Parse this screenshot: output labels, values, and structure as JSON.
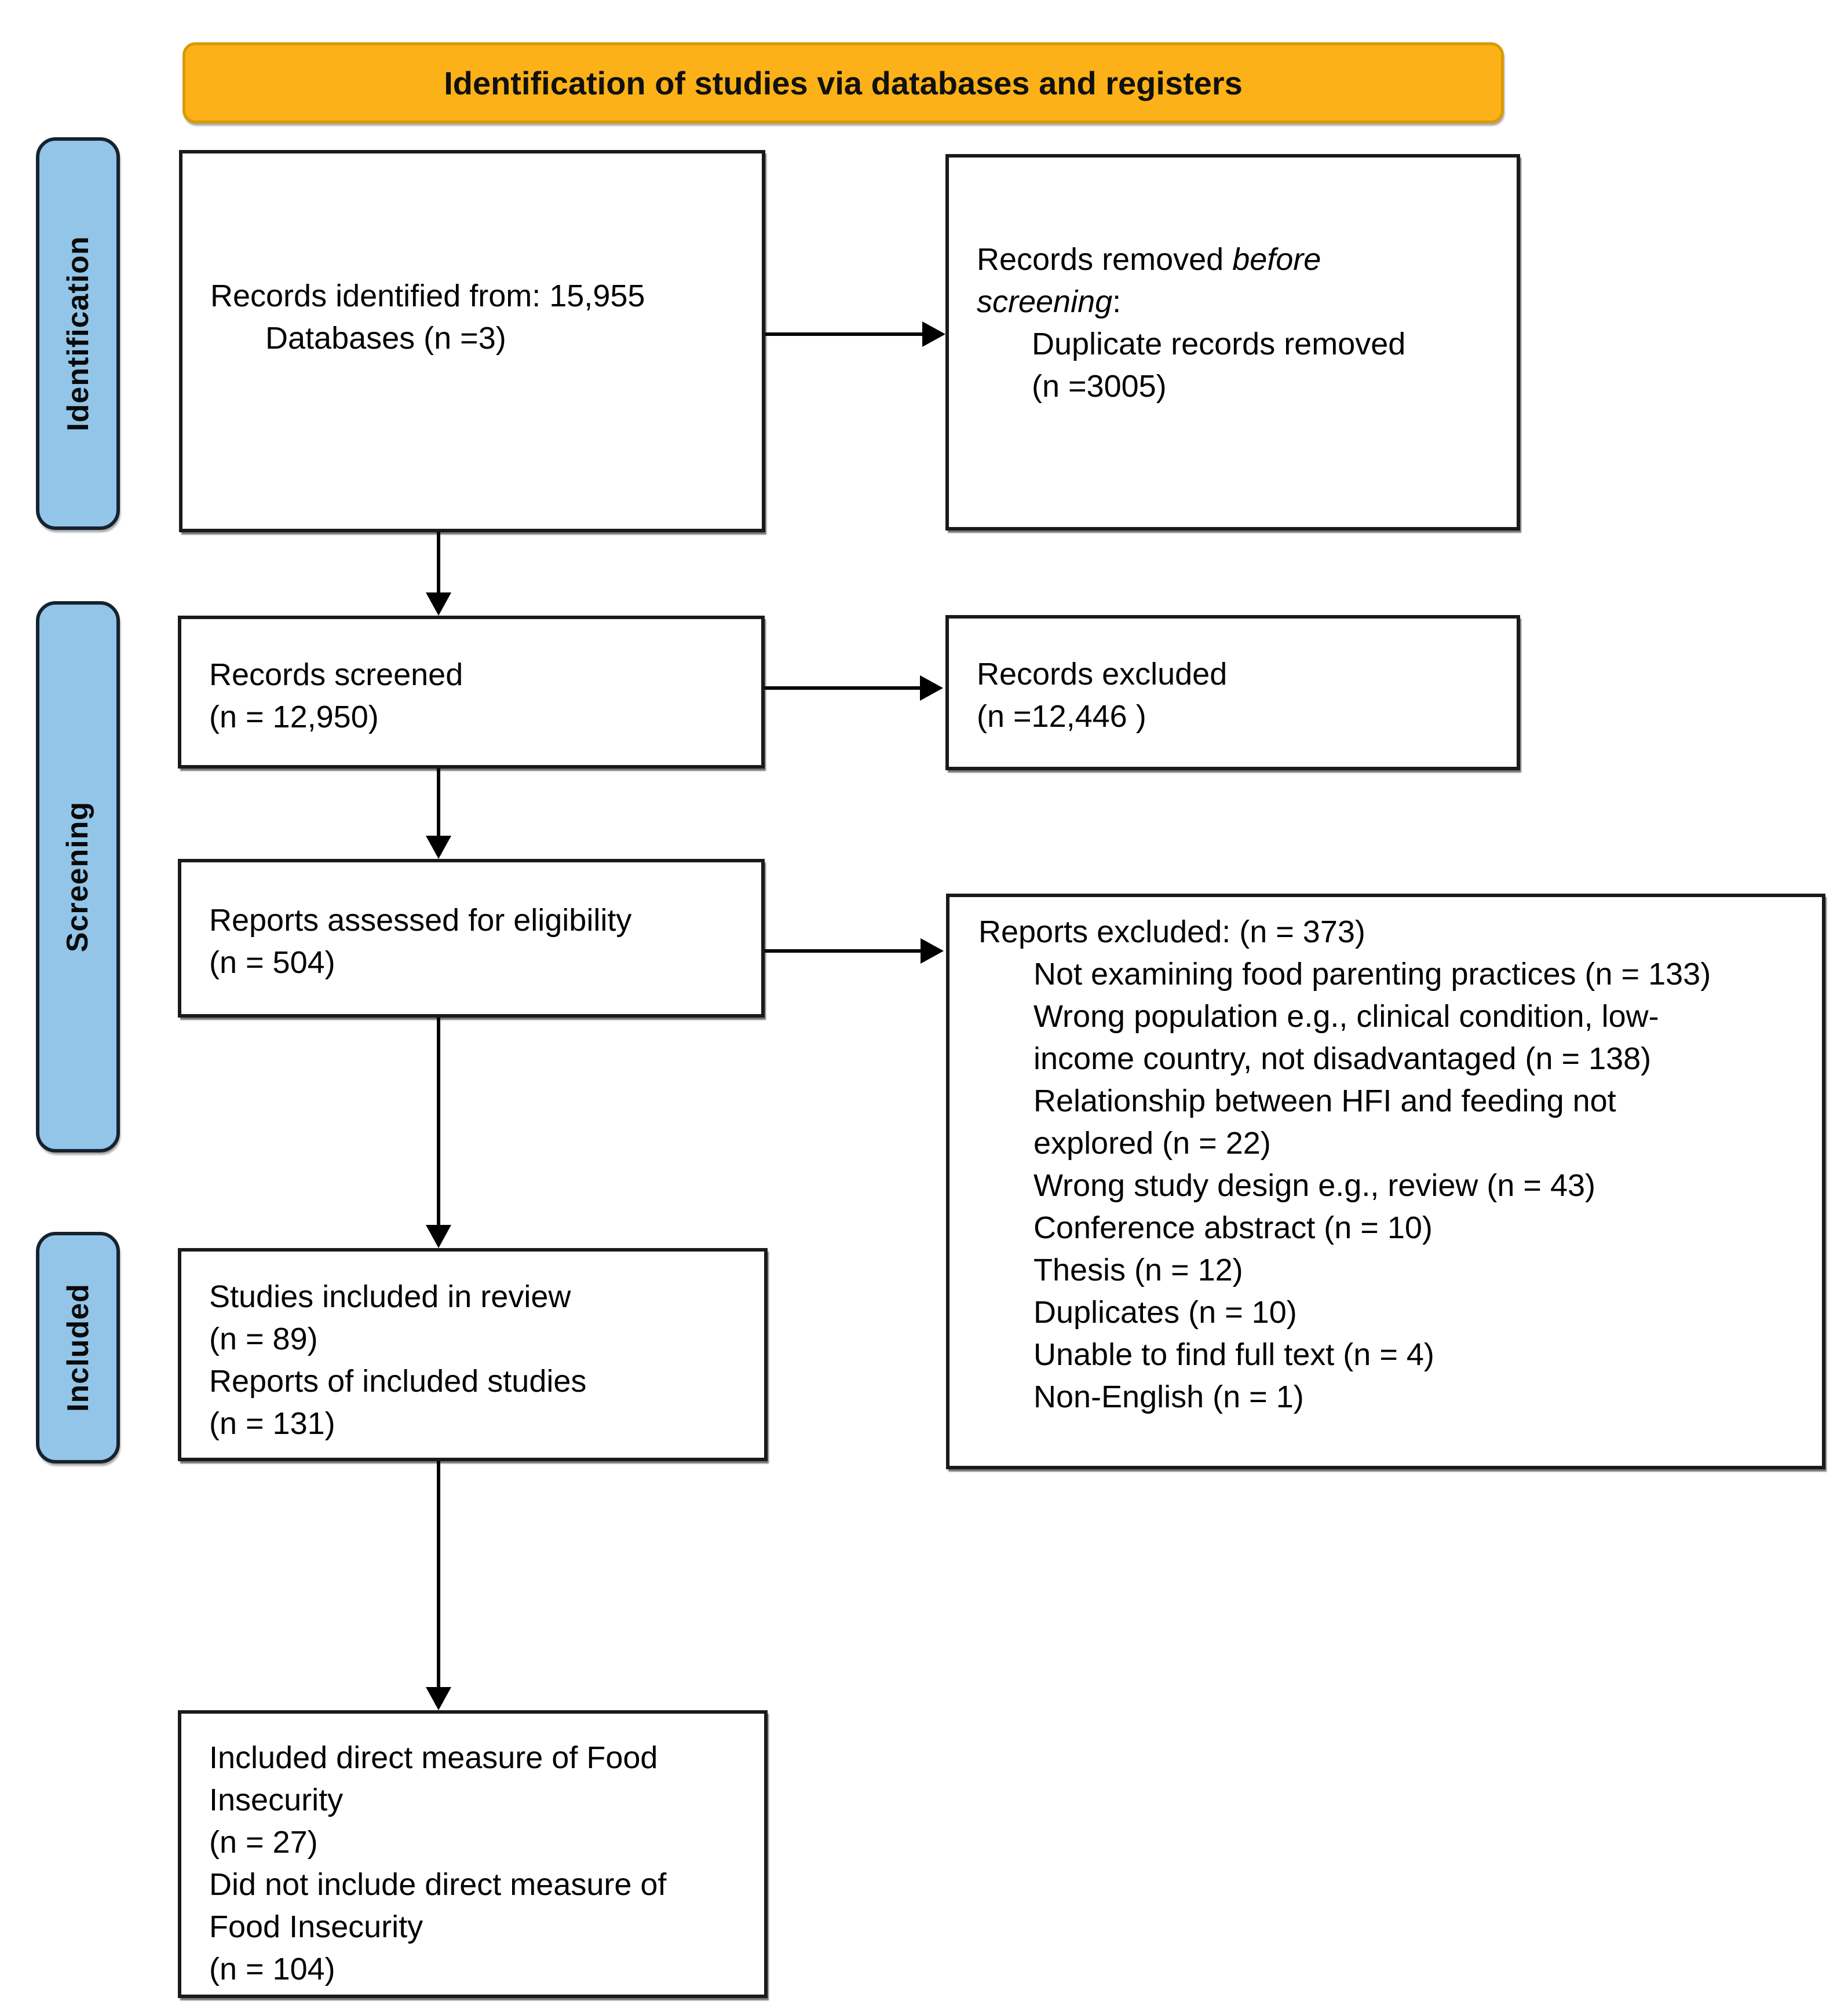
{
  "banner": {
    "title": "Identification of studies via databases and registers"
  },
  "sidebars": {
    "identification": "Identification",
    "screening": "Screening",
    "included": "Included"
  },
  "boxes": {
    "records_identified": {
      "line1": "Records identified from: 15,955",
      "line2": "Databases (n =3)"
    },
    "records_removed": {
      "prefix": "Records removed ",
      "italic_word1": "before",
      "italic_word2": "screening",
      "colon": ":",
      "detail_line1": "Duplicate records removed",
      "detail_line2": "(n =3005)"
    },
    "records_screened": {
      "line1": "Records screened",
      "line2": "(n = 12,950)"
    },
    "records_excluded": {
      "line1": "Records excluded",
      "line2": "(n =12,446 )"
    },
    "reports_assessed": {
      "line1": "Reports assessed for eligibility",
      "line2": "(n = 504)"
    },
    "reports_excluded": {
      "header": "Reports excluded: (n = 373)",
      "items": [
        {
          "lines": [
            "Not examining food parenting practices (n = 133)"
          ]
        },
        {
          "lines": [
            "Wrong population e.g., clinical condition, low-",
            "income country, not disadvantaged (n = 138)"
          ]
        },
        {
          "lines": [
            "Relationship between HFI and feeding not",
            "explored (n = 22)"
          ]
        },
        {
          "lines": [
            "Wrong study design e.g., review (n = 43)"
          ]
        },
        {
          "lines": [
            "Conference abstract (n = 10)"
          ]
        },
        {
          "lines": [
            "Thesis (n =  12)"
          ]
        },
        {
          "lines": [
            "Duplicates (n = 10)"
          ]
        },
        {
          "lines": [
            "Unable to find full text (n = 4)"
          ]
        },
        {
          "lines": [
            "Non-English (n = 1)"
          ]
        }
      ]
    },
    "studies_included": {
      "line1": "Studies included in review",
      "line2": "(n = 89)",
      "line3": "Reports of included studies",
      "line4": "(n = 131)"
    },
    "direct_measure": {
      "line1": "Included direct measure of Food",
      "line2": "Insecurity",
      "line3": "(n = 27)",
      "line4": "Did not include direct measure of",
      "line5": "Food Insecurity",
      "line6": "(n = 104)"
    }
  },
  "colors": {
    "banner_fill": "#FBB117",
    "banner_border": "#D99A06",
    "sidebar_fill": "#92C5E8",
    "sidebar_border": "#16222E",
    "box_border": "#1A1A1A",
    "arrow_color": "#000000"
  }
}
